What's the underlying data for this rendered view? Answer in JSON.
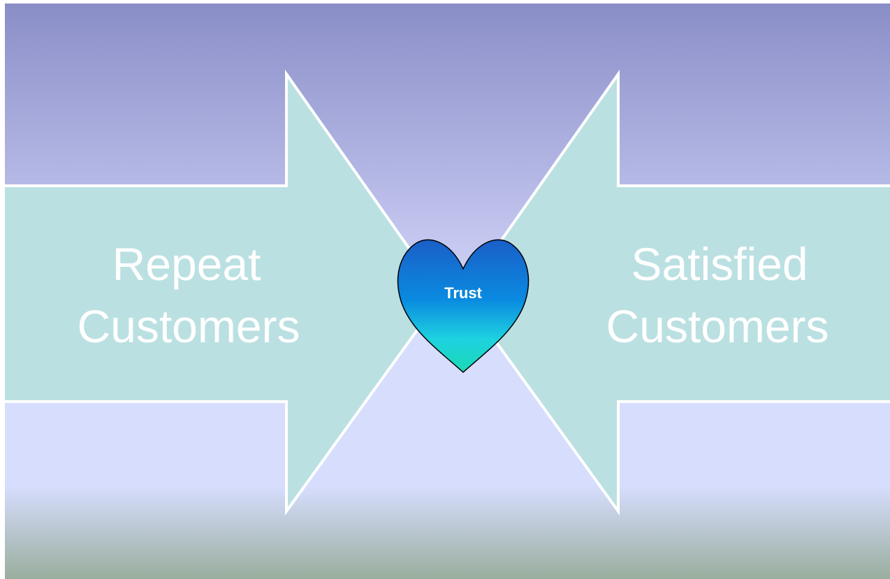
{
  "diagram": {
    "left_arrow": {
      "line1": "Repeat",
      "line2": "Customers"
    },
    "right_arrow": {
      "line1": "Satisfied",
      "line2": "Customers"
    },
    "center": {
      "label": "Trust",
      "icon": "heart-icon"
    }
  },
  "colors": {
    "background_top": "#8a8ec7",
    "background_middle": "#d6ddfd",
    "background_bottom": "#9aae9e",
    "arrow_fill": "#bbe0e2",
    "arrow_stroke": "#ffffff",
    "heart_top": "#1a5fc8",
    "heart_bottom": "#1bd9b4",
    "heart_stroke": "#000000",
    "text": "#ffffff"
  }
}
